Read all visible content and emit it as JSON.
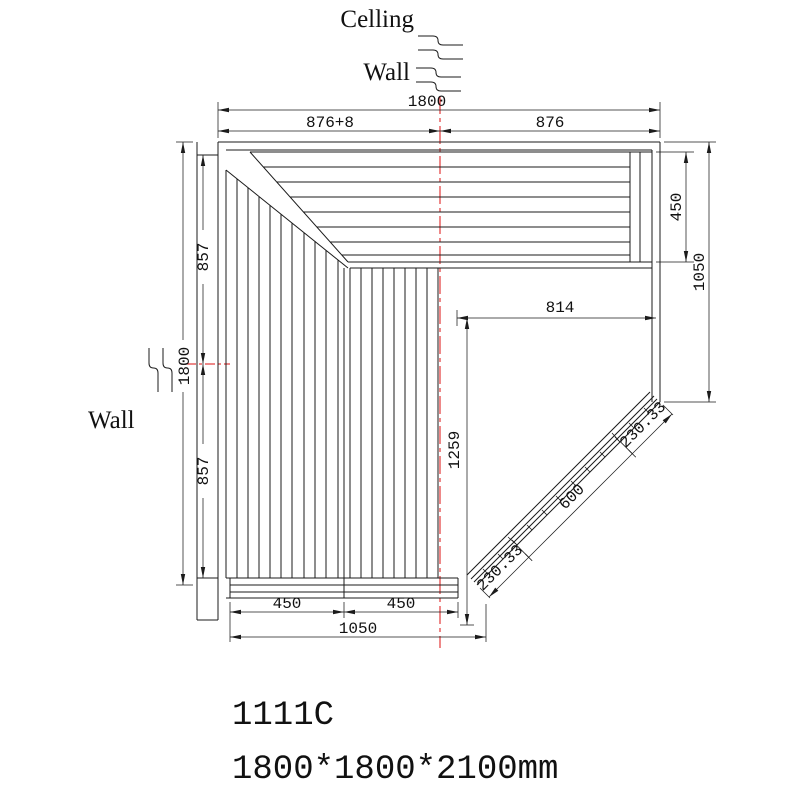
{
  "page": {
    "background": "#ffffff",
    "line_color": "#1b1b1b",
    "centerline_color": "#dd1111"
  },
  "annotations": {
    "ceiling_label": "Celling",
    "wall_top_label": "Wall",
    "wall_left_label": "Wall",
    "break_symbol": "section-break-symbol"
  },
  "dims": {
    "top_total": "1800",
    "top_left": "876+8",
    "top_right": "876",
    "bench_depth": "450",
    "right_height": "1050",
    "left_upper": "857",
    "left_total": "1800",
    "left_lower": "857",
    "inner_width": "814",
    "inner_height": "1259",
    "door_seg_top": "230.33",
    "door_seg_mid": "600",
    "door_seg_bottom": "230.33",
    "bottom_seg_left": "450",
    "bottom_seg_right": "450",
    "bottom_total": "1050"
  },
  "footer": {
    "model": "1111C",
    "dimensions": "1800*1800*2100mm"
  }
}
